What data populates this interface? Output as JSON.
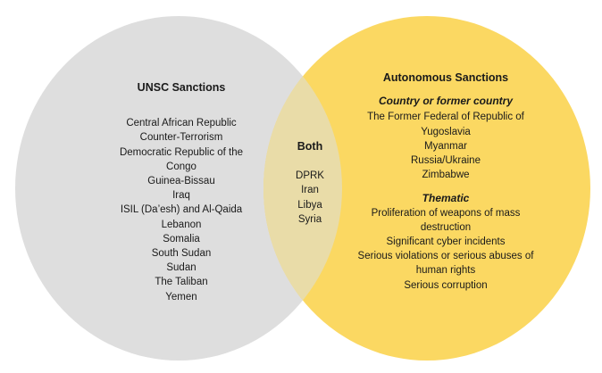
{
  "colors": {
    "left_circle": "#dedede",
    "right_circle": "#fbd862",
    "overlap": "#e9dca8"
  },
  "left": {
    "title": "UNSC Sanctions",
    "items": [
      "Central African Republic",
      "Counter-Terrorism",
      "Democratic Republic of the Congo",
      "Guinea-Bissau",
      "Iraq",
      "ISIL (Da’esh) and Al-Qaida",
      "Lebanon",
      "Somalia",
      "South Sudan",
      "Sudan",
      "The Taliban",
      "Yemen"
    ]
  },
  "both": {
    "title": "Both",
    "items": [
      "DPRK",
      "Iran",
      "Libya",
      "Syria"
    ]
  },
  "right": {
    "title": "Autonomous Sanctions",
    "country_heading": "Country or former country",
    "country_items": [
      "The Former Federal of Republic of Yugoslavia",
      "Myanmar",
      "Russia/Ukraine",
      "Zimbabwe"
    ],
    "thematic_heading": "Thematic",
    "thematic_items": [
      "Proliferation of weapons of mass destruction",
      "Significant cyber incidents",
      "Serious violations or serious abuses of human rights",
      "Serious corruption"
    ]
  }
}
